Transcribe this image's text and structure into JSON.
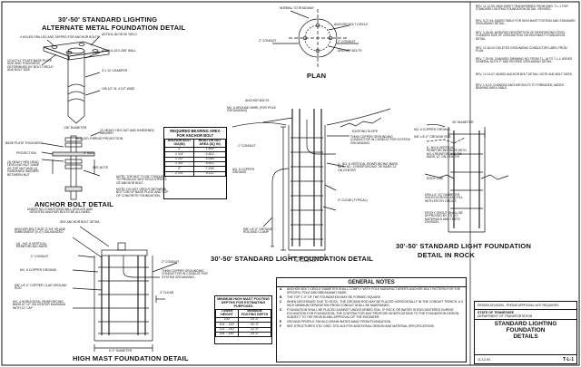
{
  "titles": {
    "main_line1": "30'-50' STANDARD LIGHTING",
    "main_line2": "ALTERNATE METAL FOUNDATION DETAIL",
    "plan": "PLAN",
    "std_light": "30'-50' STANDARD LIGHT FOUNDATION DETAIL",
    "rock_line1": "30'-50' STANDARD LIGHT FOUNDATION",
    "rock_line2": "DETAIL IN ROCK",
    "anchor_bolt": "ANCHOR BOLT DETAIL",
    "high_mast": "HIGH MAST FOUNDATION DETAIL"
  },
  "callouts": {
    "holes": "4 HOLES DRILLED AND TAPPED FOR ANCHOR BOLTS",
    "astm": "ASTM A-36 OR 50 YIELD",
    "plate": "12\"x12\"x1\" PLATE BASE PLATE SIZE AND THICKNESS DETERMINED BY BOLT CIRCLE AND BOLT SIZE",
    "helix": "ASTM A-53 0.258\" WALL",
    "dia": "3' x 12' CHAMFER",
    "pipe": "155 1/2\" Ø, 4 1/2\" WIDE",
    "pipe2": "136\" DIAMETER",
    "normal": "NORMAL TO ROADWAY",
    "conduit": "2\" CONDUIT",
    "abc": "ANCHOR BOLT CIRCLE",
    "conduit2": "2\" CONDUIT",
    "anchor_bolts": "ANCHOR BOLTS",
    "ground": "NO. 6 GROUND WIRE (FOR POLE GROUNDING)",
    "anchor_bolts2": "ANCHOR BOLTS",
    "existing": "EXISTING SLOPE",
    "heavy_hex": "(2) HEAVY HEX NUT AND HARDENED WASHER",
    "rolled": "ROLLED THREAD PROJECTION",
    "bp_thk": "BASE PLATE THICKNESS",
    "proj": "PROJECTION",
    "hex_top": "(3) HEAVY HEX HEAD LEVELING NUT SAME AS TOP NUT AND (1) HARDENED WASHER BETWEEN NUT",
    "thread": "3\" MAX.",
    "see_note": "SEE NOTE",
    "note_under": "UNDER NO CONDITIONS WILL DRILLED AND GROUTED ANCHOR BOLTS BE ALLOWED",
    "tension": "NOTE: TOP NUT TO BE TORQUED TO PRODUCE 60% YIELD STRESS OF ANCHOR BOLT.",
    "nuts": "NOTE: DO NOT GROUT BETWEEN BOTTOM OF BASE PLATE AND TOP OF CONCRETE FOUNDATION.",
    "see_anchor": "SEE ANCHOR BOLT DETAIL",
    "bolt_size": "ANCHOR BOLT SIZE (1 3/4\" Ø) AND EMBEDMENT (5'-6\") GALVANIZED",
    "reinf": "(4) - NO. 6 VERTICAL REINFORCING BARS",
    "conduit3": "1\" CONDUIT",
    "ground_copper": "NO. 6 COPPER GROUND",
    "clamp": "5/8\" x 8'-0\" COPPER CLAD GROUND ROD",
    "horizontal": "NO. 4 HORIZONTAL REINFORCING BARS AT 12\" ON CENTER MAXIMUM WITH 12\" LAP",
    "conduit4": "2\" CONDUIT",
    "copper_ground": "THHN COPPER GROUNDING CONDUCTOR IN CONDUIT FOR SYSTEM GROUNDING",
    "clear": "3\" CLEAR",
    "hm_dia": "6'-0\" DIAMETER",
    "std_conduit": "1\" CONDUIT",
    "std_reinf": "4 - NO. 6 VERTICAL REINFORCING BARS WITH NO. 4 REINFORCING TIE BARS 12\" ON CENTER",
    "std_clear": "3\" CLEAR (TYPICAL)",
    "std_rod": "5/8\" x 8'-0\" GROUND ROD AND CLAMP",
    "std_dia": "30\" DIAMETER",
    "std_thhn": "THHN COPPER GROUNDING CONDUCTOR IN CONDUIT FOR SYSTEM GROUNDING",
    "std_ground": "NO. 6 COPPER GROUND",
    "rock_dia": "30\" DIAMETER",
    "rock_bars": "8 - NO.6 VERTICAL REINFORCING BARS WITH NO.4 REINFORCING TIE BARS 12\" ON CENTER",
    "rock_line": "ROCK LINE",
    "rock_drill": "DRILL 6\"-10\" DIAMETER HOLES IN ROCK AND FILL WITH EPOXY GROUT.",
    "rock_epoxy": "EPOXY GROUT SHALL BE APPROVED BY T.D.O.T. MATERIALS AND TESTS DIVISION.",
    "rock_rod": "5/8\" x 8'-0\" GROUND ROD",
    "rock_no6": "NO. 6 COPPER GROUND"
  },
  "bearing_table": {
    "title": "REQUIRED BEARING AREA FOR ANCHOR BOLT",
    "headers": [
      "ANCHOR BOLT DIA(IN)",
      "HEAD OR NUT AREA (SQ IN)"
    ],
    "rows": [
      [
        "1\"",
        "1.800"
      ],
      [
        "1 1/4\"",
        "2.812"
      ],
      [
        "1 1/2\"",
        "4.050"
      ],
      [
        "1 3/4\"",
        "5.512"
      ],
      [
        "2\"",
        "7.200"
      ],
      [
        "2 1/4\"",
        "9.112"
      ]
    ]
  },
  "depth_table": {
    "title": "MINIMUM HIGH MAST FOOTING DEPTHS FOR ESTIMATING PURPOSES",
    "headers": [
      "TOWER HEIGHT",
      "MINIMUM FOOTING DEPTH"
    ],
    "rows": [
      [
        "100'",
        "19'-0\""
      ],
      [
        "101' - 120'",
        "20'-0\""
      ],
      [
        "121' - 140'",
        "22'-0\""
      ],
      [
        "141' - 150'",
        "25'-0\""
      ]
    ]
  },
  "general_notes": {
    "title": "GENERAL NOTES",
    "items": [
      {
        "n": "A",
        "text": "ANCHOR BOLT CIRCLE DIAMETER SHALL COMPLY WITH POLE MANUFACTURER'S ANCHOR BOLT PATTERN FOR THE SPECIFIC POLE AND BREAKAWAY BASE."
      },
      {
        "n": "B",
        "text": "THE TOP 1'-0\" OF THE FOUNDATION MAY BE FORMED SQUARE."
      },
      {
        "n": "C",
        "text": "WHEN NECESSARY DUE TO ROCK, THE GROUND ROD MAY BE PLACED HORIZONTALLY IN THE CONDUIT TRENCH, A 3 INCH MINIMUM SEPARATION FROM CONDUIT SHALL BE MAINTAINED."
      },
      {
        "n": "D",
        "text": "FOUNDATION SHALL BE PLACED AGAINST UNDISTURBED SOIL. IF ROCK OR WATER IS ENCOUNTERED DURING EXCAVATION FOR FOUNDATION, THE CONTRACTOR MAY PROPOSE MODIFICATIONS TO THE FOUNDATION DESIGN, SUBJECT TO THE REVIEW AND APPROVAL OF THE ENGINEER."
      },
      {
        "n": "E",
        "text": "GROUND PROFILE SHOULD DRAIN WATER AWAY FROM FOUNDATION."
      },
      {
        "n": "F",
        "text": "SEE STRUCTURES STD. DWG. STD-M-8 FOR ADDITIONAL DESIGN AND MATERIAL SPECIFICATIONS."
      }
    ]
  },
  "revisions": [
    "REV. 11-12-93: NEW SHEET TRANSFERRED FROM DWG. T-L-1 FOR STANDARD LIGHTING FOUNDATION DETAIL. REVISED.",
    "REV. 5-27-94: ADDED TABLE FOR HIGH MAST FOOTING AND STANDARD GROUNDING DETAIL.",
    "REV. 3-28-96: MODIFIED DESCRIPTION OF REINFORCING STEEL, CHANGED SIZE OF GROUND ROD ON HIGH MAST FOUNDATION DETAIL.",
    "REV. 12-16-03: DELETED GROUNDING CONDUCTOR LABEL FROM PLAN.",
    "REV. 7-29-05: CHANGED DRAWING NO. FROM T-L-1A TO T-L-1; ADDED GENERAL NOTE 'F' AND REVISED GROUNDING DETAIL.",
    "REV. 12-14-07: ADDED ANCHOR BOLT DETAIL; NOTE AND BOLT SIZES.",
    "REV. 1-5-13: CHANGED ANCHOR BOLTS TO THREADED; ADDED BEARING AREA TABLE."
  ],
  "title_block": {
    "stamp": "DESIGN DIVISION - PHONE APPROVAL NOT REQUIRED",
    "state": "STATE OF TENNESSEE",
    "dept": "DEPARTMENT OF TRANSPORTATION",
    "title_line1": "STANDARD LIGHTING",
    "title_line2": "FOUNDATION",
    "title_line3": "DETAILS",
    "date": "11-12-93",
    "dwg": "T-L-1"
  }
}
